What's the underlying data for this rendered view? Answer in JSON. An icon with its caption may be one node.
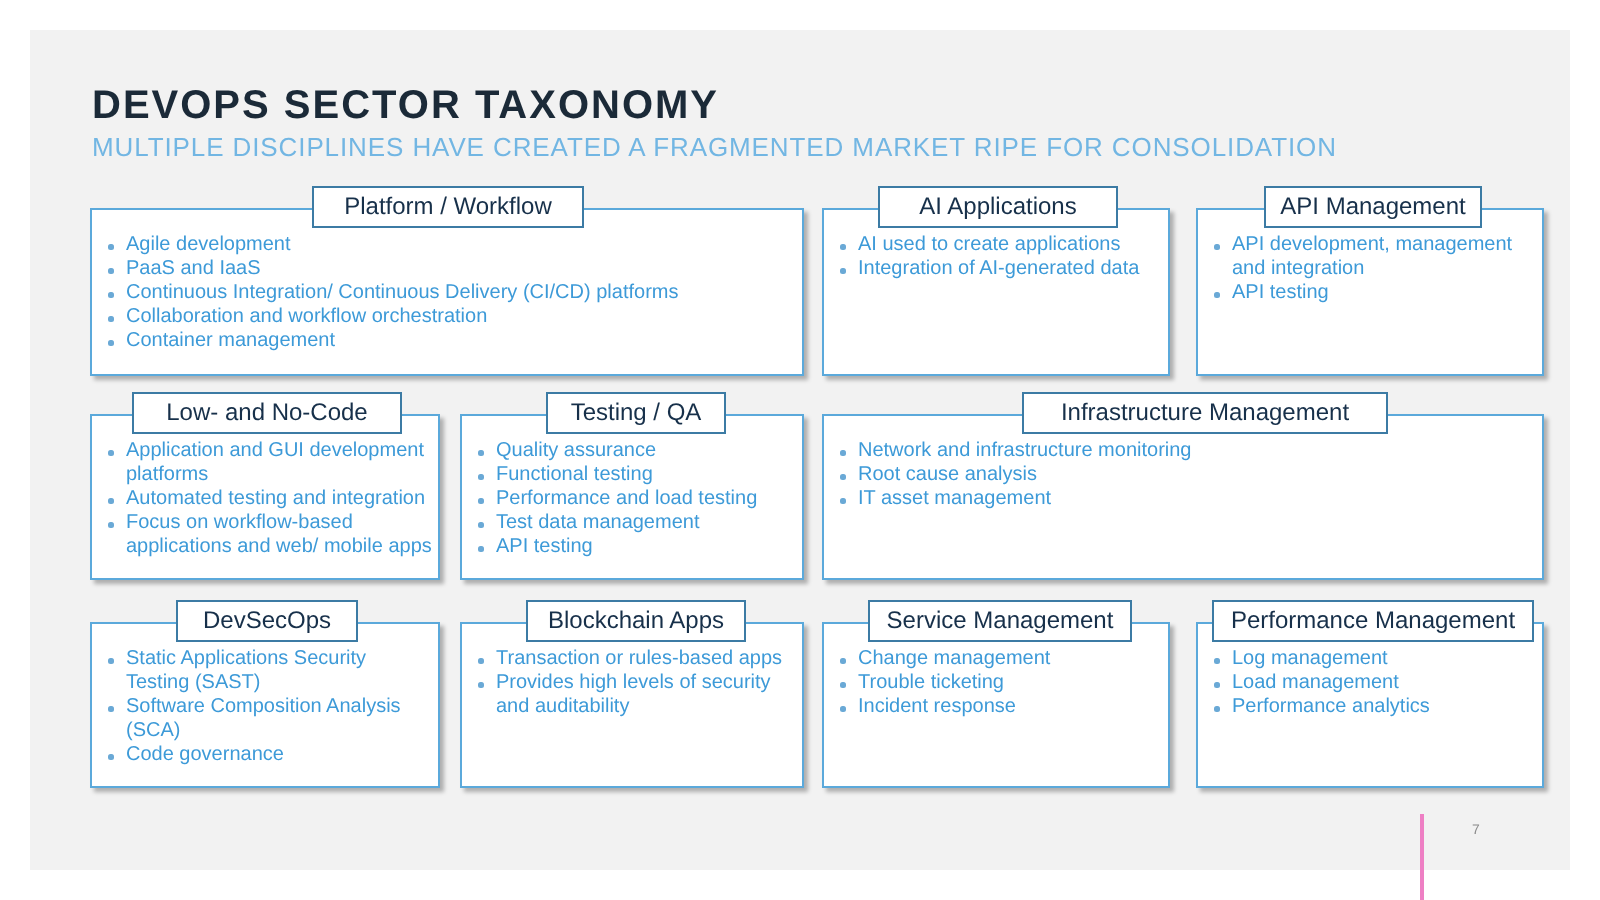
{
  "diagram": {
    "title": "DEVOPS SECTOR TAXONOMY",
    "nodes": [
      {
        "text": [
          "Platform / Workflow",
          "Agile development",
          "PaaS and IaaS",
          "Continuous Integration/ Continuous Delivery (CI/CD) platforms",
          "Collaboration and workflow orchestration",
          "Container management"
        ]
      },
      {
        "text": [
          "AI Applications",
          "AI used to create applications",
          "Integration of AI-generated data"
        ]
      },
      {
        "text": [
          "API Management",
          "API development, management and integration",
          "API testing"
        ]
      },
      {
        "text": [
          "Low- and No-Code",
          "Application and GUI development platforms",
          "Automated testing and integration",
          "Focus on workflow-based applications and web/ mobile apps"
        ]
      },
      {
        "text": [
          "Testing / QA",
          "Quality assurance",
          "Functional testing",
          "Performance and load testing",
          "Test data management",
          "API testing"
        ]
      },
      {
        "text": [
          "Infrastructure Management",
          "Network and infrastructure monitoring",
          "Root cause analysis",
          "IT asset management"
        ]
      },
      {
        "text": [
          "DevSecOps",
          "Static Applications Security Testing (SAST)",
          "Software Composition Analysis (SCA)",
          "Code governance"
        ]
      },
      {
        "text": [
          "Blockchain Apps",
          "Transaction or rules-based apps",
          "Provides high levels of security and auditability"
        ]
      },
      {
        "text": [
          "Service Management",
          "Change management",
          "Trouble ticketing",
          "Incident response"
        ]
      },
      {
        "text": [
          "Performance Management",
          "Log management",
          "Load management",
          "Performance analytics"
        ]
      }
    ],
    "labels": [
      "MULTIPLE DISCIPLINES HAVE CREATED A FRAGMENTED MARKET RIPE FOR CONSOLIDATION",
      "7"
    ]
  }
}
